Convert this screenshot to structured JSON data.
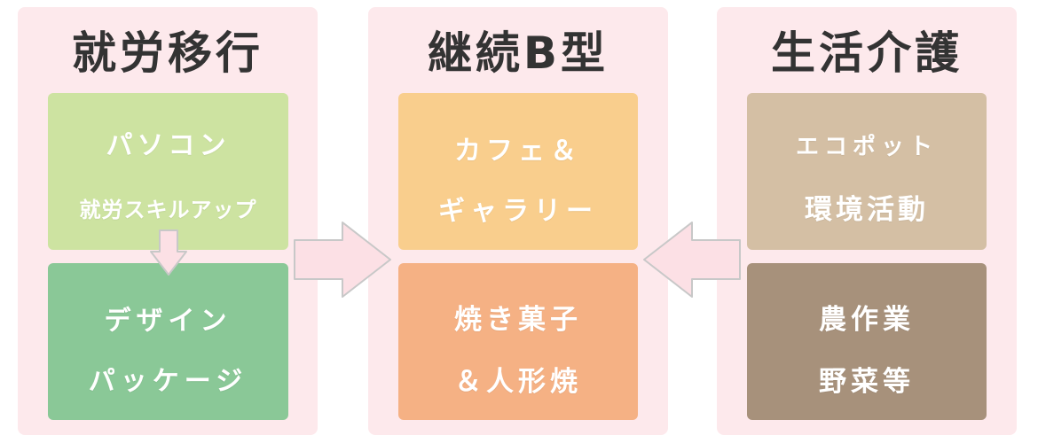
{
  "columns": [
    {
      "title": "就労移行",
      "boxes": [
        {
          "lines": [
            "パソコン",
            "就労スキルアップ"
          ],
          "color": "#cde3a1"
        },
        {
          "lines": [
            "デザイン",
            "パッケージ"
          ],
          "color": "#8ac897"
        }
      ]
    },
    {
      "title": "継続B型",
      "boxes": [
        {
          "lines": [
            "カフェ＆",
            "ギャラリー"
          ],
          "color": "#f9ce8d"
        },
        {
          "lines": [
            "焼き菓子",
            "＆人形焼"
          ],
          "color": "#f5b184"
        }
      ]
    },
    {
      "title": "生活介護",
      "boxes": [
        {
          "lines": [
            "エコポット",
            "環境活動"
          ],
          "color": "#d4bfa4"
        },
        {
          "lines": [
            "農作業",
            "野菜等"
          ],
          "color": "#a7917b"
        }
      ]
    }
  ],
  "colors": {
    "panel_background": "#fde9ec",
    "arrow_fill": "#fce0e5",
    "arrow_stroke": "#c8c8c8",
    "title_text": "#333333"
  },
  "icons": {
    "down_arrow": "down-arrow-icon",
    "right_arrow": "right-arrow-icon",
    "left_arrow": "left-arrow-icon"
  }
}
